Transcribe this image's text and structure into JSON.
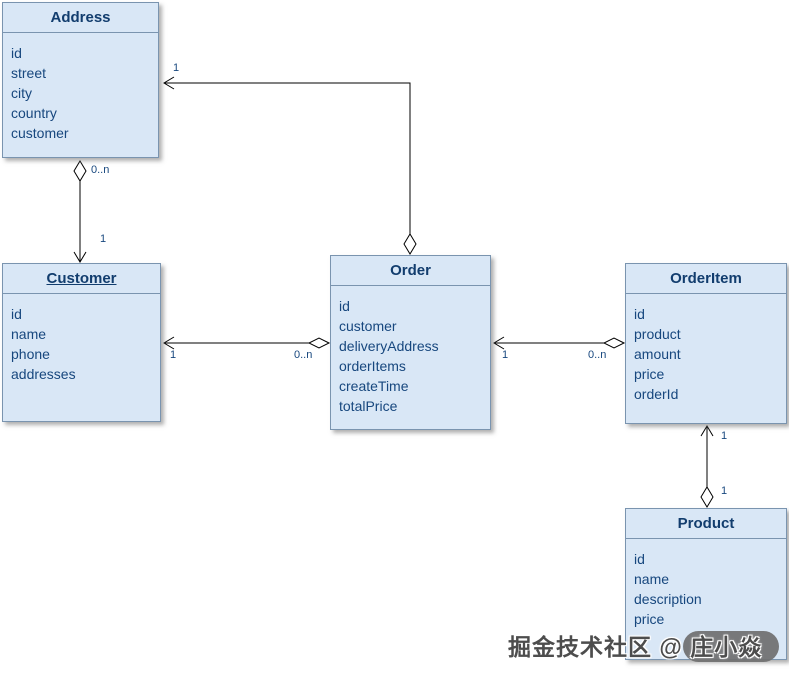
{
  "diagram": {
    "entities": [
      {
        "name": "Address",
        "attributes": [
          "id",
          "street",
          "city",
          "country",
          "customer"
        ]
      },
      {
        "name": "Customer",
        "attributes": [
          "id",
          "name",
          "phone",
          "addresses"
        ]
      },
      {
        "name": "Order",
        "attributes": [
          "id",
          "customer",
          "deliveryAddress",
          "orderItems",
          "createTime",
          "totalPrice"
        ]
      },
      {
        "name": "OrderItem",
        "attributes": [
          "id",
          "product",
          "amount",
          "price",
          "orderId"
        ]
      },
      {
        "name": "Product",
        "attributes": [
          "id",
          "name",
          "description",
          "price"
        ]
      }
    ],
    "multiplicities": {
      "address_customer": {
        "near_address": "0..n",
        "near_customer": "1"
      },
      "order_address": {
        "near_address": "1"
      },
      "customer_order": {
        "near_customer": "1",
        "near_order": "0..n"
      },
      "order_orderitem": {
        "near_order": "1",
        "near_orderitem": "0..n"
      },
      "orderitem_product": {
        "near_orderitem": "1",
        "near_product": "1"
      }
    },
    "colors": {
      "box_fill": "#d9e7f6",
      "box_border": "#7a94af",
      "text": "#17477e",
      "line": "#000000"
    }
  },
  "watermark": {
    "text": "掘金技术社区 @ 庄小焱"
  }
}
